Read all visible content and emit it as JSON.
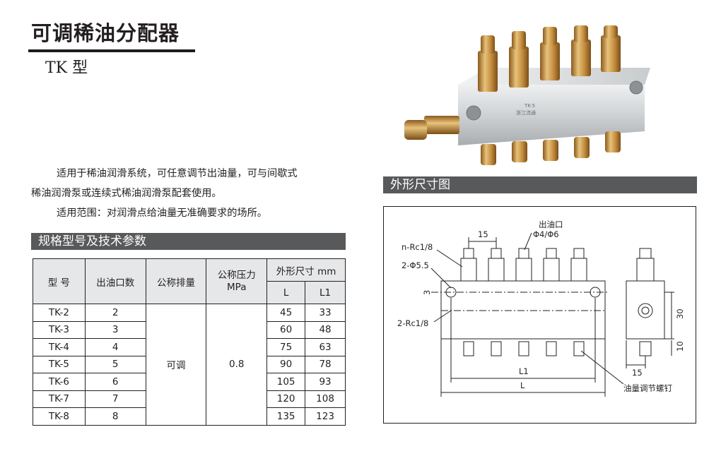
{
  "header": {
    "title": "可调稀油分配器",
    "subtitle": "TK 型"
  },
  "description": {
    "line1": "适用于稀油润滑系统，可任意调节出油量，可与间歇式",
    "line2": "稀油润滑泵或连续式稀油润滑泵配套使用。",
    "line3": "适用范围：对润滑点给油量无准确要求的场所。"
  },
  "spec_section": {
    "heading": "规格型号及技术参数",
    "headers": {
      "model": "型  号",
      "outlets": "出油口数",
      "displacement": "公称排量",
      "pressure": "公称压力",
      "pressure_unit": "MPa",
      "dimensions": "外形尺寸 mm",
      "L": "L",
      "L1": "L1"
    },
    "merged": {
      "displacement": "可调",
      "pressure": "0.8"
    },
    "rows": [
      {
        "model": "TK-2",
        "outlets": "2",
        "L": "45",
        "L1": "33"
      },
      {
        "model": "TK-3",
        "outlets": "3",
        "L": "60",
        "L1": "48"
      },
      {
        "model": "TK-4",
        "outlets": "4",
        "L": "75",
        "L1": "63"
      },
      {
        "model": "TK-5",
        "outlets": "5",
        "L": "90",
        "L1": "78"
      },
      {
        "model": "TK-6",
        "outlets": "6",
        "L": "105",
        "L1": "93"
      },
      {
        "model": "TK-7",
        "outlets": "7",
        "L": "120",
        "L1": "108"
      },
      {
        "model": "TK-8",
        "outlets": "8",
        "L": "135",
        "L1": "123"
      }
    ]
  },
  "dimension_section": {
    "heading": "外形尺寸图",
    "labels": {
      "pitch": "15",
      "outlet": "出油口",
      "outlet_size": "Φ4/Φ6",
      "n_rc": "n-Rc1/8",
      "holes": "2-Φ5.5",
      "offset": "3",
      "side_rc": "2-Rc1/8",
      "L1": "L1",
      "L": "L",
      "screw": "油量调节螺钉",
      "height": "30",
      "lower": "10",
      "width": "15"
    }
  },
  "photo": {
    "plate_model": "TK-5",
    "plate_maker": "浙江流通"
  },
  "colors": {
    "bar": "#58595b",
    "table_header": "#e6e7e8",
    "brass": "#c89a4a",
    "aluminum": "#d9dbdd"
  }
}
